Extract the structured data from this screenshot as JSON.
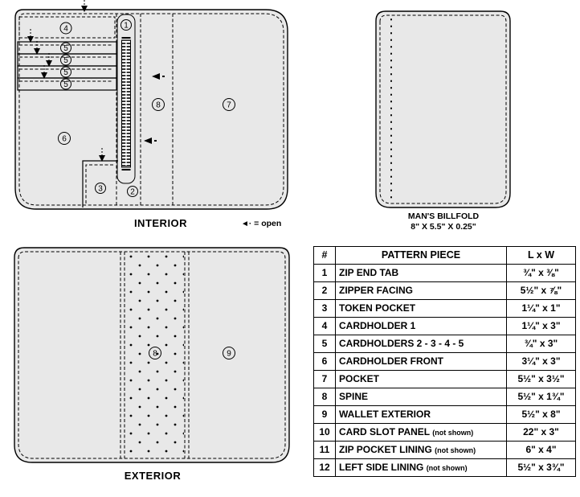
{
  "colors": {
    "fill": "#e8e8e8",
    "line": "#000000",
    "bg": "#ffffff"
  },
  "interior": {
    "caption": "INTERIOR",
    "legend": {
      "icon": "◄·",
      "text": "= open"
    },
    "labels": {
      "n1": "1",
      "n2": "2",
      "n3": "3",
      "n4": "4",
      "n5": "5",
      "n6": "6",
      "n7": "7",
      "n8": "8"
    }
  },
  "billfold": {
    "caption": "MAN'S BILLFOLD",
    "dimensions": "8\" X 5.5\" X 0.25\""
  },
  "exterior": {
    "caption": "EXTERIOR",
    "labels": {
      "n8": "8",
      "n9": "9"
    }
  },
  "table": {
    "headers": {
      "num": "#",
      "piece": "PATTERN PIECE",
      "size": "L x W"
    },
    "rows": [
      {
        "num": "1",
        "name": "ZIP END TAB",
        "note": "",
        "size": "¾\" x ⅜\""
      },
      {
        "num": "2",
        "name": "ZIPPER FACING",
        "note": "",
        "size": "5½\" x ⅞\""
      },
      {
        "num": "3",
        "name": "TOKEN POCKET",
        "note": "",
        "size": "1¼\" x 1\""
      },
      {
        "num": "4",
        "name": "CARDHOLDER 1",
        "note": "",
        "size": "1¼\" x 3\""
      },
      {
        "num": "5",
        "name": "CARDHOLDERS 2 - 3 - 4 - 5",
        "note": "",
        "size": "¾\" x 3\""
      },
      {
        "num": "6",
        "name": "CARDHOLDER FRONT",
        "note": "",
        "size": "3¼\" x 3\""
      },
      {
        "num": "7",
        "name": "POCKET",
        "note": "",
        "size": "5½\" x 3½\""
      },
      {
        "num": "8",
        "name": "SPINE",
        "note": "",
        "size": "5½\" x 1¾\""
      },
      {
        "num": "9",
        "name": "WALLET EXTERIOR",
        "note": "",
        "size": "5½\" x 8\""
      },
      {
        "num": "10",
        "name": "CARD SLOT PANEL",
        "note": "(not shown)",
        "size": "22\" x 3\""
      },
      {
        "num": "11",
        "name": "ZIP POCKET LINING",
        "note": "(not shown)",
        "size": "6\" x 4\""
      },
      {
        "num": "12",
        "name": "LEFT SIDE LINING",
        "note": "(not shown)",
        "size": "5½\" x 3¾\""
      }
    ]
  }
}
